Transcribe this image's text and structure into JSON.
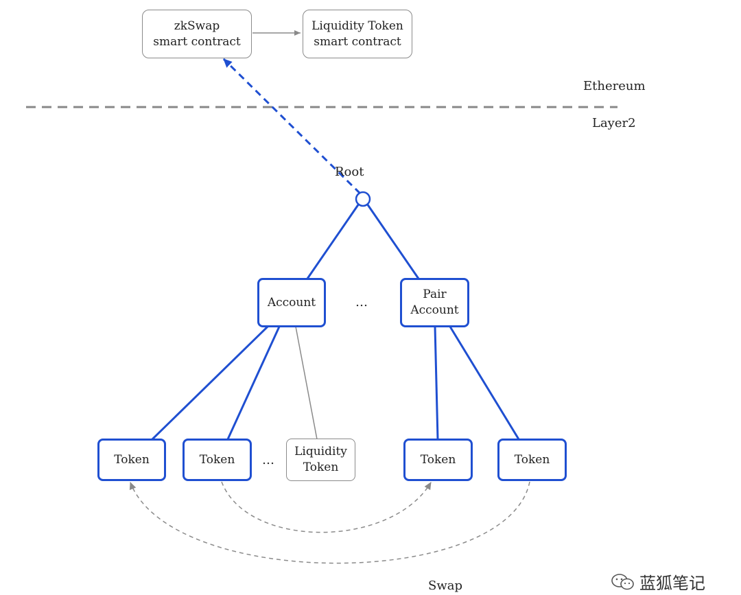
{
  "ethereum_layer": {
    "zkswap_contract": {
      "line1": "zkSwap",
      "line2": "smart contract"
    },
    "liquidity_contract": {
      "line1": "Liquidity Token",
      "line2": "smart contract"
    }
  },
  "labels": {
    "ethereum": "Ethereum",
    "layer2": "Layer2",
    "root": "Root",
    "swap": "Swap"
  },
  "nodes": {
    "account": "Account",
    "pair_account": {
      "line1": "Pair",
      "line2": "Account"
    },
    "ellipsis": "…",
    "token": "Token",
    "liquidity_token": {
      "line1": "Liquidity",
      "line2": "Token"
    }
  },
  "colors": {
    "accent_blue": "#1f4fd1",
    "gray_line": "#8a8a8a",
    "divider": "#888888"
  },
  "watermark": {
    "icon": "wechat-icon",
    "text": "蓝狐笔记"
  }
}
